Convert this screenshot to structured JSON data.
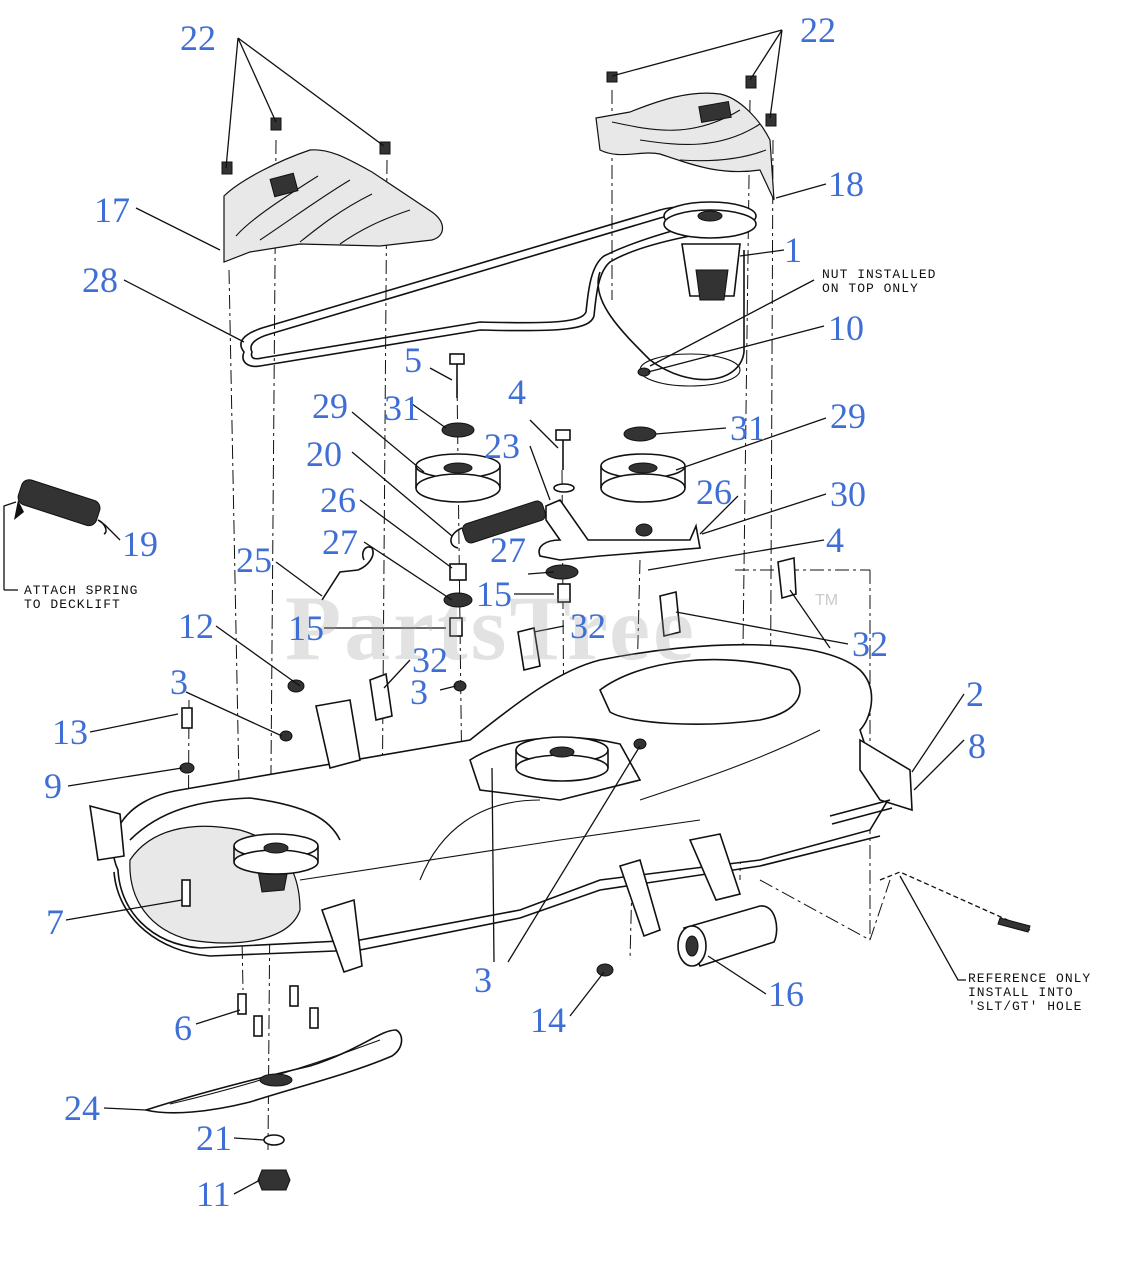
{
  "callouts": {
    "c22a": "22",
    "c22b": "22",
    "c17": "17",
    "c18": "18",
    "c1": "1",
    "c28": "28",
    "c10": "10",
    "c5": "5",
    "c4a": "4",
    "c31a": "31",
    "c29a": "29",
    "c31b": "31",
    "c29b": "29",
    "c23": "23",
    "c20": "20",
    "c26a": "26",
    "c26b": "26",
    "c30": "30",
    "c19": "19",
    "c27a": "27",
    "c27b": "27",
    "c4b": "4",
    "c25": "25",
    "c15a": "15",
    "c15b": "15",
    "c32a": "32",
    "c32b": "32",
    "c32c": "32",
    "c12": "12",
    "c3a": "3",
    "c3b": "3",
    "c13": "13",
    "c2": "2",
    "c8": "8",
    "c9": "9",
    "c7": "7",
    "c3c": "3",
    "c14": "14",
    "c16": "16",
    "c6": "6",
    "c24": "24",
    "c21": "21",
    "c11": "11"
  },
  "notes": {
    "nut_installed": "NUT INSTALLED\nON TOP ONLY",
    "attach_spring": "ATTACH SPRING\nTO DECKLIFT",
    "reference_only": "REFERENCE ONLY\nINSTALL INTO\n'SLT/GT' HOLE"
  },
  "watermark": {
    "text": "PartsTree",
    "tm": "TM"
  }
}
